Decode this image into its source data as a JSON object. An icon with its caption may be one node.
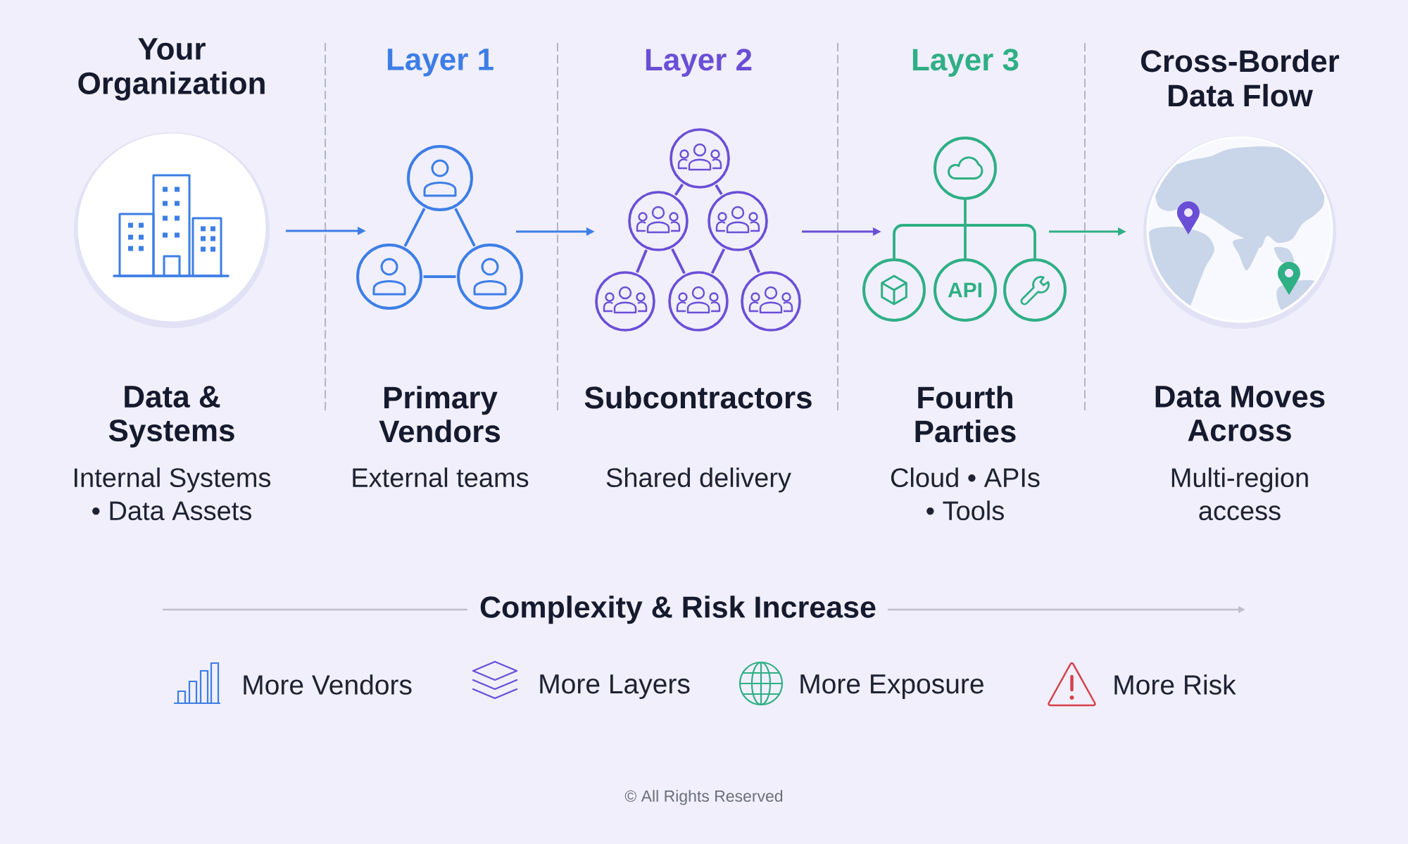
{
  "diagram": {
    "nodes": [
      {
        "text": [],
        "shape": "circle"
      },
      {
        "text": [],
        "shape": "circle"
      },
      {
        "text": [],
        "shape": "circle"
      },
      {
        "text": [],
        "shape": "circle"
      },
      {
        "text": [],
        "shape": "circle"
      },
      {
        "text": [],
        "shape": "circle"
      },
      {
        "text": [],
        "shape": "circle"
      },
      {
        "text": [],
        "shape": "circle"
      },
      {
        "text": [],
        "shape": "circle"
      },
      {
        "text": [],
        "shape": "circle"
      },
      {
        "text": [],
        "shape": "circle"
      },
      {
        "text": [],
        "shape": "circle"
      },
      {
        "text": [
          "API"
        ]
      },
      {
        "text": [],
        "shape": "circle"
      },
      {
        "text": [],
        "shape": "circle"
      }
    ],
    "edges": [
      {
        "from": 0,
        "to": 2,
        "arrow": "to",
        "color": "#3d7ee6"
      },
      {
        "from": 1,
        "to": 2,
        "arrow": "none",
        "color": "#3d7ee6"
      },
      {
        "from": 1,
        "to": 3,
        "arrow": "none",
        "color": "#3d7ee6"
      },
      {
        "from": 2,
        "to": 3,
        "arrow": "none",
        "color": "#3d7ee6"
      },
      {
        "from": 3,
        "to": 5,
        "arrow": "to",
        "color": "#3d7ee6"
      },
      {
        "from": 4,
        "to": 5,
        "arrow": "none"
      },
      {
        "from": 4,
        "to": 6,
        "arrow": "none"
      },
      {
        "from": 5,
        "to": 7,
        "arrow": "none"
      },
      {
        "from": 5,
        "to": 8,
        "arrow": "none"
      },
      {
        "from": 6,
        "to": 8,
        "arrow": "none"
      },
      {
        "from": 6,
        "to": 9,
        "arrow": "none"
      },
      {
        "from": 6,
        "to": 11,
        "arrow": "to"
      },
      {
        "from": 10,
        "to": 11,
        "arrow": "none",
        "color": "#2faf85"
      },
      {
        "from": 10,
        "to": 12,
        "arrow": "none",
        "color": "#2faf85"
      },
      {
        "from": 10,
        "to": 13,
        "arrow": "none",
        "color": "#2faf85"
      },
      {
        "from": 13,
        "to": 14,
        "arrow": "to",
        "color": "#2faf85"
      }
    ],
    "labels": [
      "Your Organization",
      "Layer 1",
      "Layer 2",
      "Layer 3",
      "Cross-Border Data Flow",
      "Data & Systems",
      "Primary Vendors",
      "Subcontractors",
      "Fourth Parties",
      "Data Moves Across",
      "Internal Systems • Data Assets",
      "External teams",
      "Shared delivery",
      "Cloud • APIs • Tools",
      "Multi-region access",
      "Complexity & Risk Increase",
      "More Vendors",
      "More Layers",
      "More Exposure",
      "More Risk",
      "© All Rights Reserved"
    ]
  }
}
